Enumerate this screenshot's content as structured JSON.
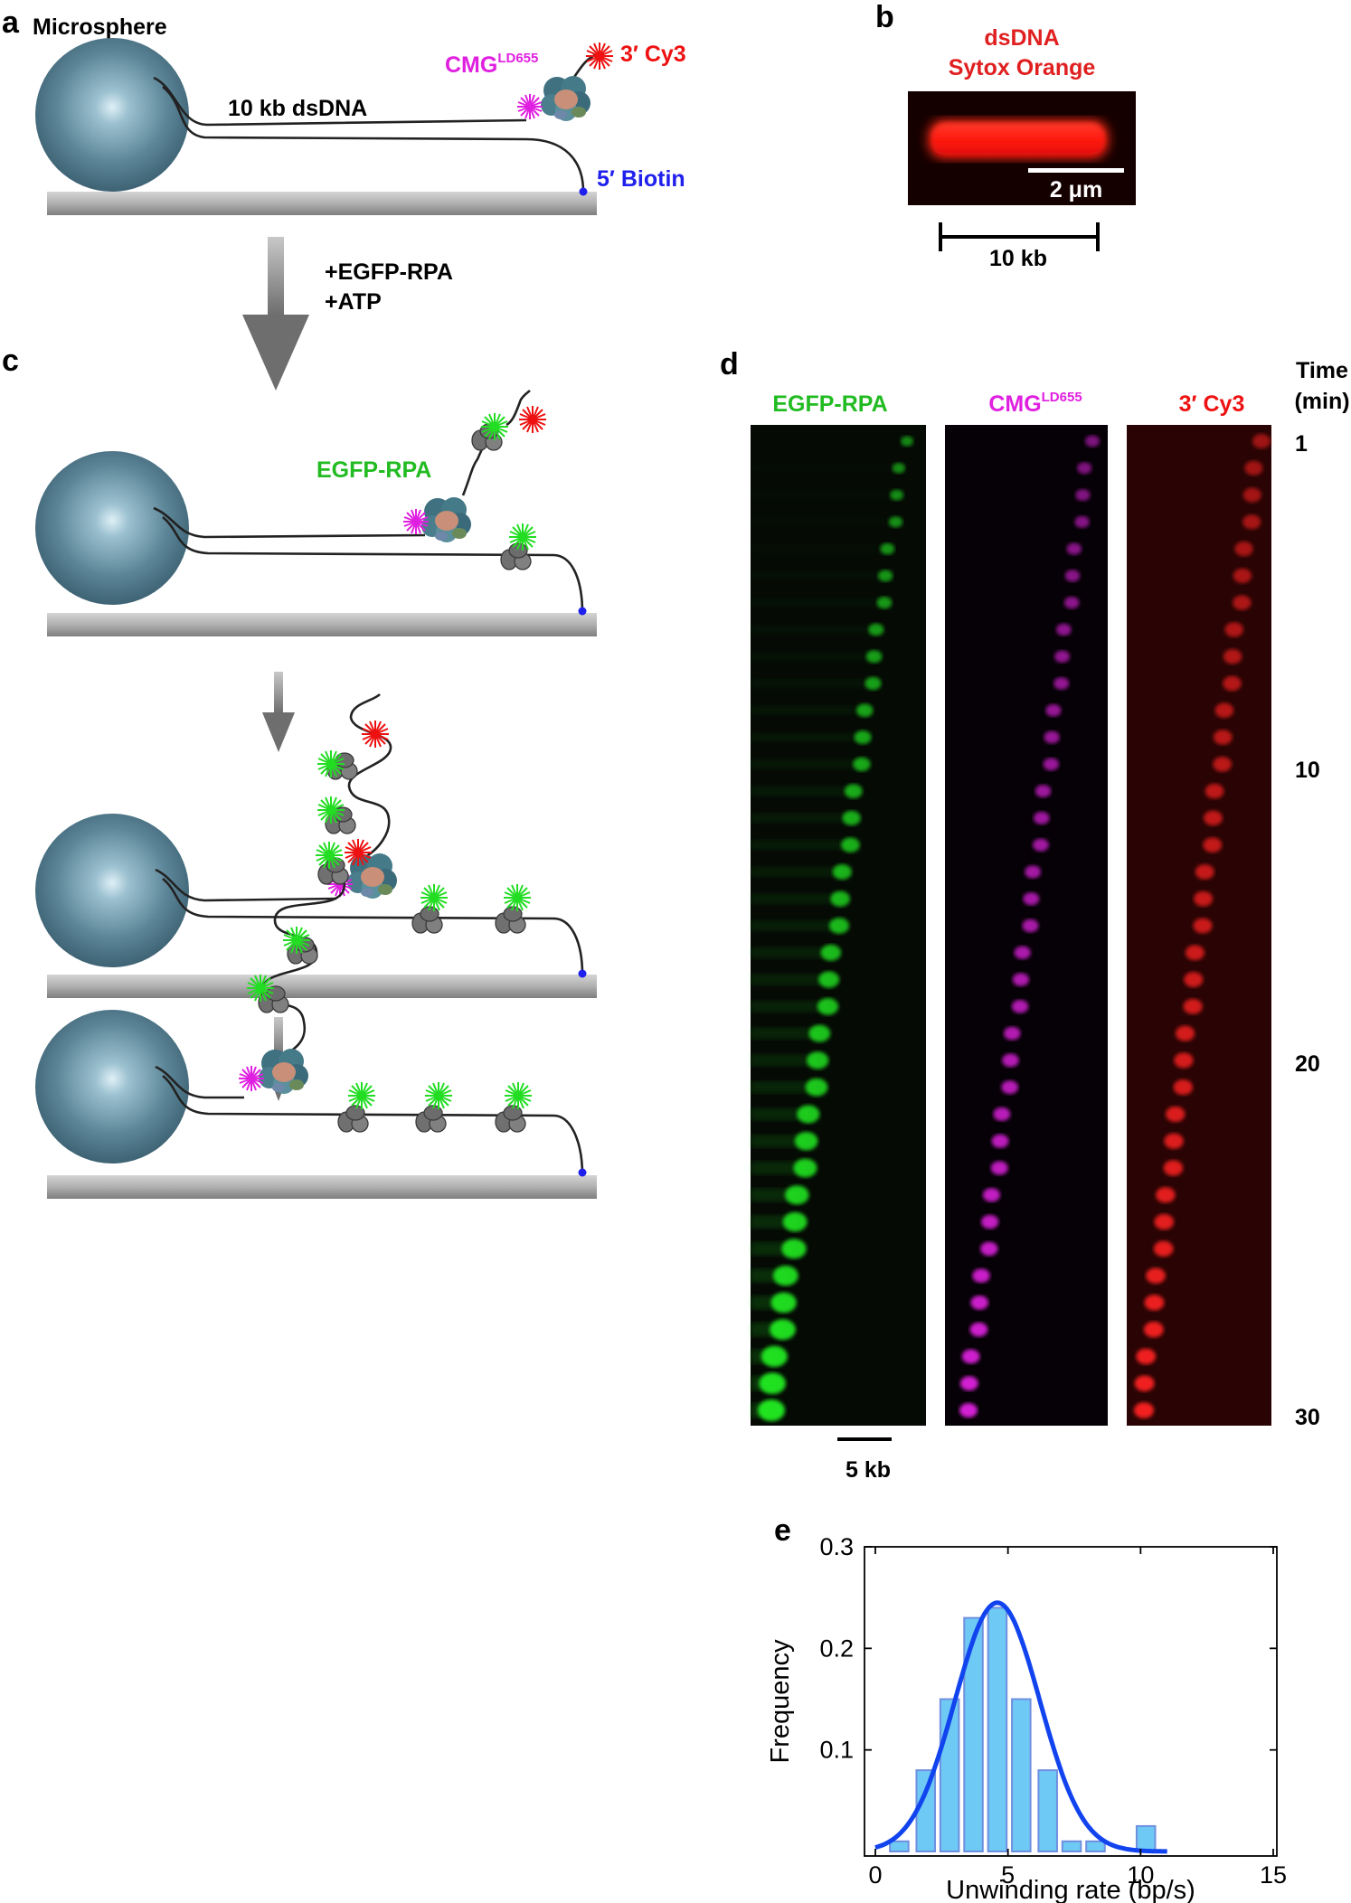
{
  "panels": {
    "a": "a",
    "b": "b",
    "c": "c",
    "d": "d",
    "e": "e"
  },
  "panel_a": {
    "microsphere": "Microsphere",
    "dna": "10 kb dsDNA",
    "cmg": "CMG",
    "cmg_sup": "LD655",
    "cy3": "3′ Cy3",
    "biotin": "5′ Biotin"
  },
  "panel_b": {
    "line1": "dsDNA",
    "line2": "Sytox Orange",
    "scale": "2 μm",
    "length": "10 kb"
  },
  "reagents": {
    "line1": "+EGFP-RPA",
    "line2": "+ATP"
  },
  "panel_c": {
    "rpa": "EGFP-RPA"
  },
  "panel_d": {
    "ch_rpa": "EGFP-RPA",
    "ch_cmg": "CMG",
    "ch_cmg_sup": "LD655",
    "ch_cy3": "3′ Cy3",
    "time_l1": "Time",
    "time_l2": "(min)",
    "time_ticks": [
      "1",
      "10",
      "20",
      "30"
    ],
    "scalebar": "5 kb"
  },
  "colors": {
    "sphere": "#557f91",
    "surface": "#a8a8a8",
    "rpa_green": "#22cc22",
    "cmg_magenta": "#e020e0",
    "cy3_red": "#ee1111",
    "biotin_blue": "#2020ee",
    "hist_fill": "#6ec9f5",
    "fit_line": "#1144ee"
  },
  "chart_data": {
    "type": "bar",
    "xlabel": "Unwinding rate (bp/s)",
    "ylabel": "Frequency",
    "xlim": [
      0,
      15
    ],
    "ylim": [
      0,
      0.3
    ],
    "xticks": [
      "0",
      "5",
      "10",
      "15"
    ],
    "yticks": [
      "0.1",
      "0.2",
      "0.3"
    ],
    "bin_width": 0.7,
    "bin_centers": [
      0.9,
      1.9,
      2.8,
      3.7,
      4.6,
      5.5,
      6.5,
      7.4,
      8.3,
      9.2,
      10.2
    ],
    "values": [
      0.01,
      0.08,
      0.15,
      0.23,
      0.24,
      0.15,
      0.08,
      0.01,
      0.01,
      0.0,
      0.025
    ],
    "fit": {
      "type": "gaussian",
      "amplitude": 0.245,
      "mean": 4.6,
      "sigma": 1.6,
      "x_start": 0.0,
      "x_end": 11.0
    }
  }
}
